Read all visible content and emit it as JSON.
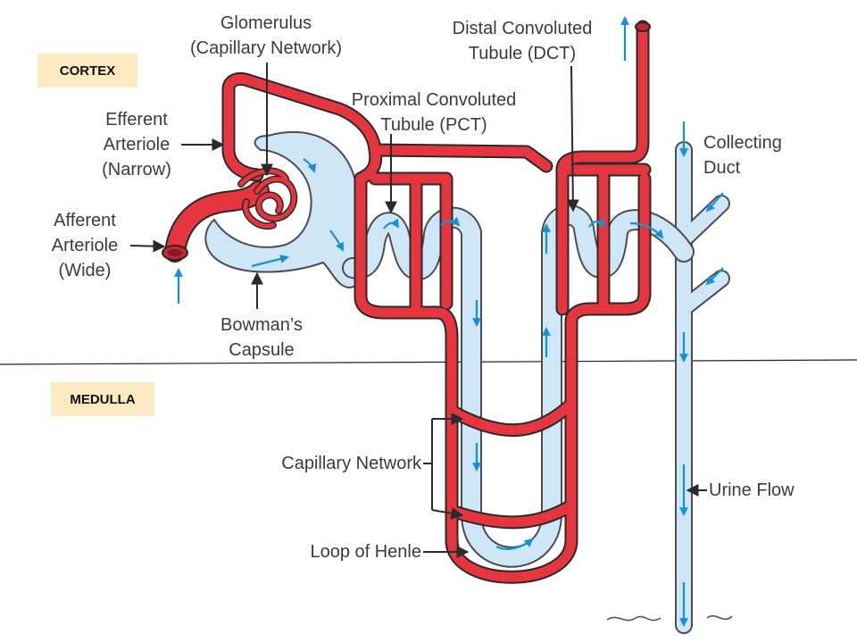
{
  "zones": {
    "cortex": "CORTEX",
    "medulla": "MEDULLA"
  },
  "labels": {
    "glomerulus": [
      "Glomerulus",
      "(Capillary Network)"
    ],
    "efferent": [
      "Efferent",
      "Arteriole",
      "(Narrow)"
    ],
    "afferent": [
      "Afferent",
      "Arteriole",
      "(Wide)"
    ],
    "bowman": [
      "Bowman’s",
      "Capsule"
    ],
    "pct": [
      "Proximal Convoluted",
      "Tubule (PCT)"
    ],
    "dct": [
      "Distal Convoluted",
      "Tubule (DCT)"
    ],
    "collecting": [
      "Collecting",
      "Duct"
    ],
    "capillary_network": "Capillary Network",
    "loop_of_henle": "Loop of Henle",
    "urine_flow": "Urine Flow"
  },
  "colors": {
    "blood_vessel": "#e5363f",
    "vessel_outline": "#2a2a2a",
    "tubule_fill": "#cfe6f7",
    "tubule_outline": "#4d4d4d",
    "flow_arrow": "#1591d9",
    "zone_label_bg": "#fde9c2"
  },
  "icons": {
    "flow": "arrow-icon"
  }
}
